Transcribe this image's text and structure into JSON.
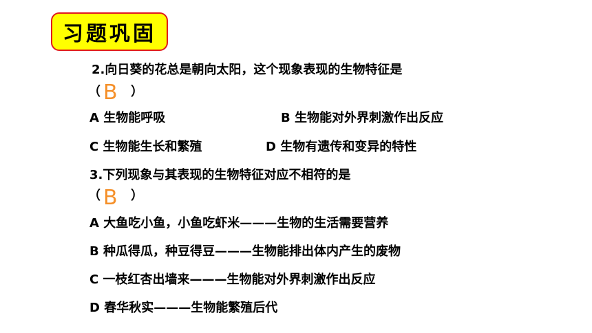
{
  "title": "习题巩固",
  "q2": {
    "stem": "2.向日葵的花总是朝向太阳，这个现象表现的生物特征是",
    "paren_open": "（",
    "paren_close": "）",
    "answer": "B",
    "options": [
      "A  生物能呼吸",
      "B  生物能对外界刺激作出反应",
      "C  生物能生长和繁殖",
      "D  生物有遗传和变异的特性"
    ]
  },
  "q3": {
    "stem": "3.下列现象与其表现的生物特征对应不相符的是",
    "paren_open": "（",
    "paren_close": "）",
    "answer": "B",
    "options": [
      "A  大鱼吃小鱼，小鱼吃虾米———生物的生活需要营养",
      "B  种瓜得瓜，种豆得豆———生物能排出体内产生的废物",
      "C  一枝红杏出墙来———生物能对外界刺激作出反应",
      "D  春华秋实———生物能繁殖后代"
    ]
  },
  "colors": {
    "title_bg": "#ffff00",
    "title_border": "#e0191e",
    "answer": "#f5902a"
  }
}
